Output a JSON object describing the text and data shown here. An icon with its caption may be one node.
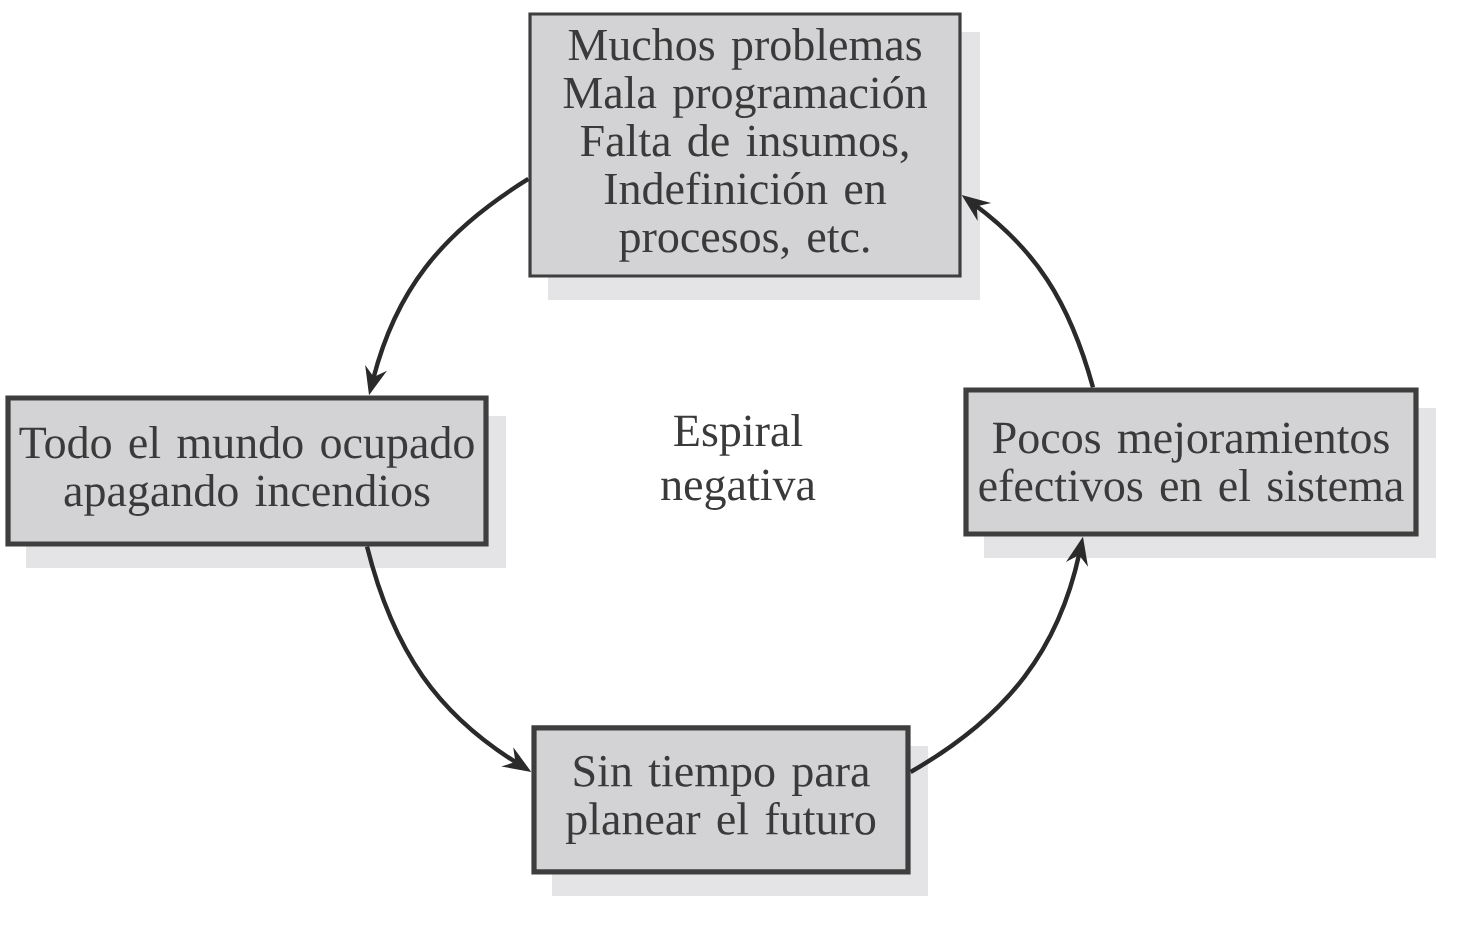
{
  "diagram": {
    "nodes": [
      {
        "text": [
          "Muchos problemas",
          "Mala programación",
          "Falta de insumos, Indefinición en procesos, etc."
        ]
      },
      {
        "text": [
          "Todo el mundo ocupado apagando incendios"
        ]
      },
      {
        "text": [
          "Pocos mejoramientos efectivos en el sistema"
        ]
      },
      {
        "text": [
          "Sin tiempo para planear el futuro"
        ]
      }
    ],
    "edges": [
      {
        "from": 0,
        "to": 1,
        "arrow": "to"
      },
      {
        "from": 1,
        "to": 3,
        "arrow": "to"
      },
      {
        "from": 3,
        "to": 2,
        "arrow": "to"
      },
      {
        "from": 2,
        "to": 0,
        "arrow": "to"
      }
    ],
    "labels": [
      "Espiral negativa"
    ]
  }
}
